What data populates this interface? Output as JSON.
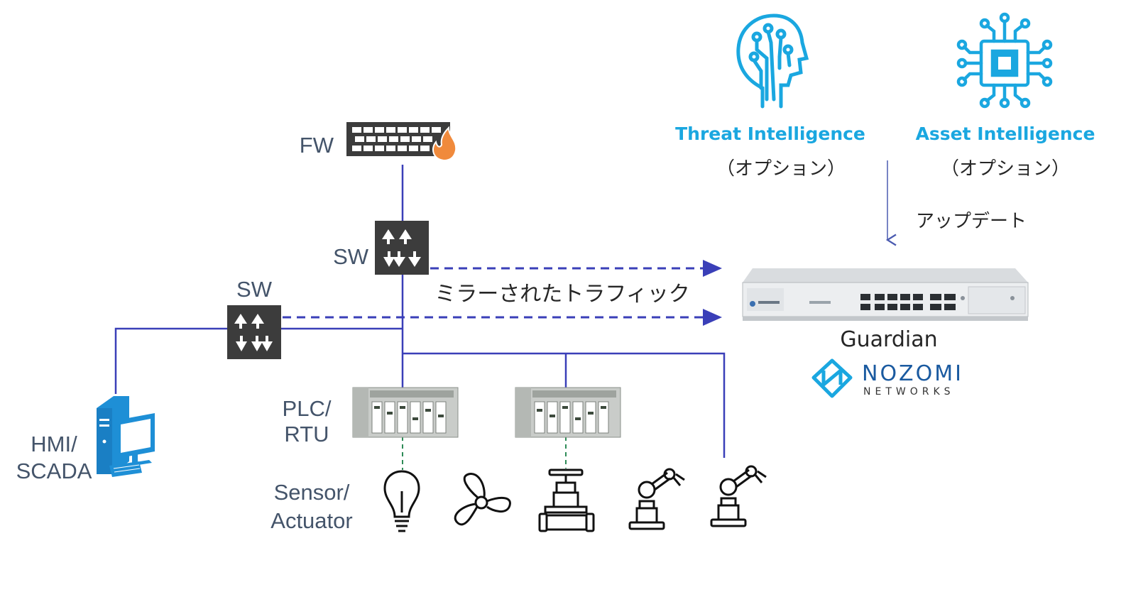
{
  "nodes": {
    "fw": "FW",
    "sw_top": "SW",
    "sw_left": "SW",
    "plc_rtu": [
      "PLC/",
      "RTU"
    ],
    "hmi_scada": [
      "HMI/",
      "SCADA"
    ],
    "sensor_actuator": [
      "Sensor/",
      "Actuator"
    ],
    "guardian": "Guardian"
  },
  "intelligence": {
    "threat": {
      "title": "Threat Intelligence",
      "note": "（オプション）"
    },
    "asset": {
      "title": "Asset Intelligence",
      "note": "（オプション）"
    },
    "update_label": "アップデート"
  },
  "traffic_label": "ミラーされたトラフィック",
  "logo": {
    "brand": "NOZOMI",
    "sub": "NETWORKS"
  },
  "colors": {
    "link": "#3a3fb8",
    "mirror": "#3a3fb8",
    "accent": "#1aa7e0",
    "switch": "#3c3c3c",
    "text": "#44546a"
  }
}
